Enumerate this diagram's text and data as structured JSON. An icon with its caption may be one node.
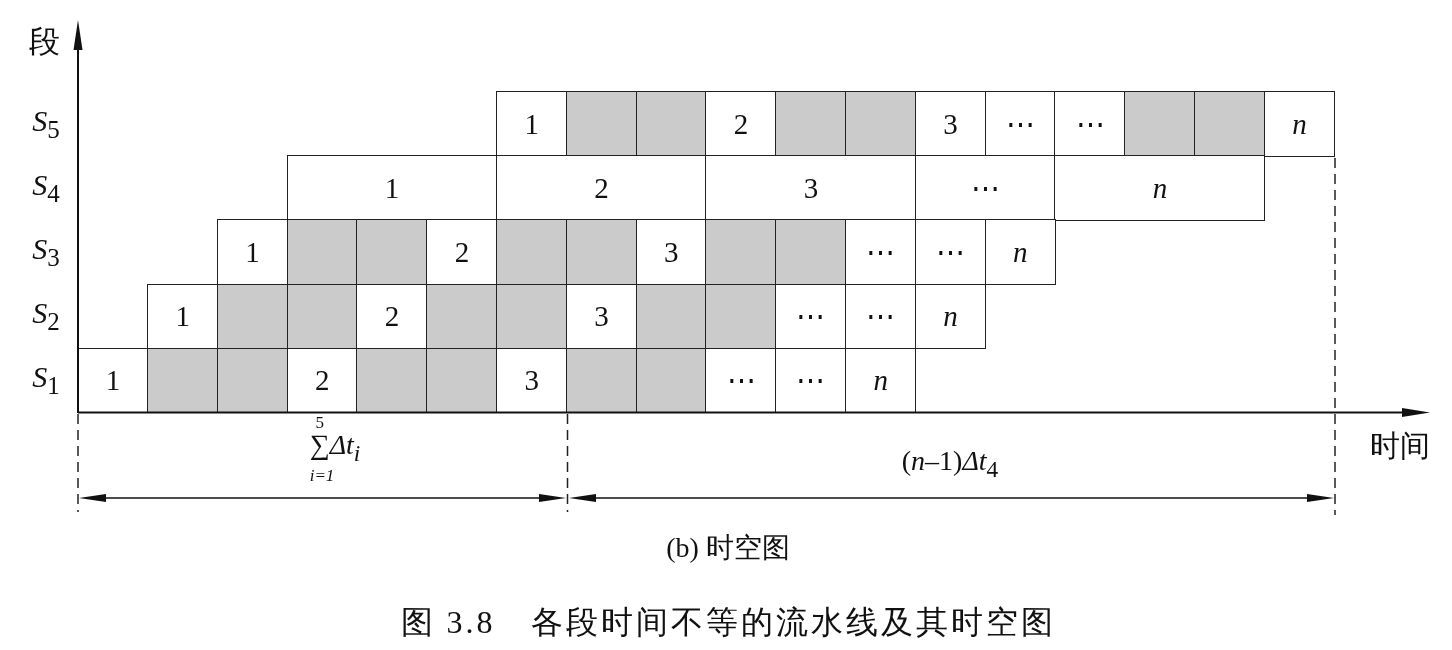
{
  "diagram": {
    "caption": "图 3.8　各段时间不等的流水线及其时空图",
    "nodes": [
      {
        "text": [
          "1"
        ]
      },
      {
        "text": [],
        "shape": "box"
      },
      {
        "text": [],
        "shape": "box"
      },
      {
        "text": [
          "2"
        ]
      },
      {
        "text": [],
        "shape": "box"
      },
      {
        "text": [],
        "shape": "box"
      },
      {
        "text": [
          "3"
        ]
      },
      {
        "text": [
          "⋯"
        ]
      },
      {
        "text": [
          "⋯"
        ]
      },
      {
        "text": [],
        "shape": "box"
      },
      {
        "text": [],
        "shape": "box"
      },
      {
        "text": [
          "n"
        ]
      },
      {
        "text": [
          "1"
        ]
      },
      {
        "text": [
          "2"
        ]
      },
      {
        "text": [
          "3"
        ]
      },
      {
        "text": [
          "⋯"
        ]
      },
      {
        "text": [
          "n"
        ]
      },
      {
        "text": [
          "1"
        ]
      },
      {
        "text": [],
        "shape": "box"
      },
      {
        "text": [],
        "shape": "box"
      },
      {
        "text": [
          "2"
        ]
      },
      {
        "text": [],
        "shape": "box"
      },
      {
        "text": [],
        "shape": "box"
      },
      {
        "text": [
          "3"
        ]
      },
      {
        "text": [],
        "shape": "box"
      },
      {
        "text": [],
        "shape": "box"
      },
      {
        "text": [
          "⋯"
        ]
      },
      {
        "text": [
          "⋯"
        ]
      },
      {
        "text": [
          "n"
        ]
      },
      {
        "text": [
          "1"
        ]
      },
      {
        "text": [],
        "shape": "box"
      },
      {
        "text": [],
        "shape": "box"
      },
      {
        "text": [
          "2"
        ]
      },
      {
        "text": [],
        "shape": "box"
      },
      {
        "text": [],
        "shape": "box"
      },
      {
        "text": [
          "3"
        ]
      },
      {
        "text": [],
        "shape": "box"
      },
      {
        "text": [],
        "shape": "box"
      },
      {
        "text": [
          "⋯"
        ]
      },
      {
        "text": [
          "⋯"
        ]
      },
      {
        "text": [
          "n"
        ]
      },
      {
        "text": [
          "1"
        ]
      },
      {
        "text": [],
        "shape": "box"
      },
      {
        "text": [],
        "shape": "box"
      },
      {
        "text": [
          "2"
        ]
      },
      {
        "text": [],
        "shape": "box"
      },
      {
        "text": [],
        "shape": "box"
      },
      {
        "text": [
          "3"
        ]
      },
      {
        "text": [],
        "shape": "box"
      },
      {
        "text": [],
        "shape": "box"
      },
      {
        "text": [
          "⋯"
        ]
      },
      {
        "text": [
          "⋯"
        ]
      },
      {
        "text": [
          "n"
        ]
      }
    ],
    "labels": [
      "段",
      "*S*$_{5}$",
      "*S*$_{4}$",
      "*S*$_{3}$",
      "*S*$_{2}$",
      "*S*$_{1}$",
      "∑$^{5}$$_{i=1}$*Δt*$_{i}$",
      "(*n*–1)*Δt*$_{4}$",
      "时间",
      "(b) 时空图"
    ]
  }
}
